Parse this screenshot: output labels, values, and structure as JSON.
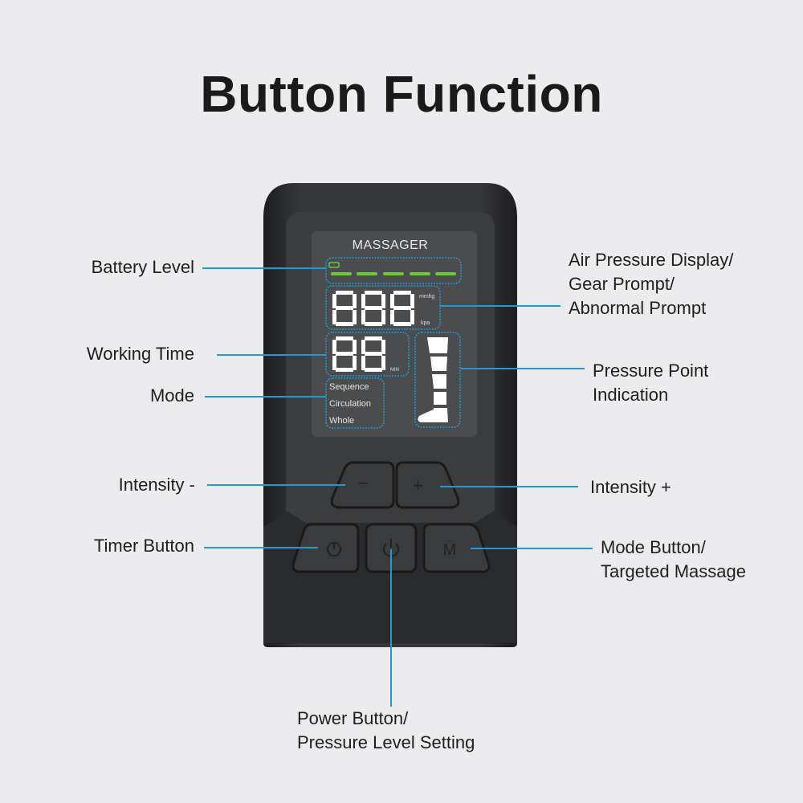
{
  "title": "Button Function",
  "device": {
    "brand_label": "MASSAGER",
    "pressure_digits": "888",
    "pressure_unit_top": "mmhg",
    "pressure_unit_bottom": "kpa",
    "time_digits": "88",
    "time_unit": "MIN",
    "modes": [
      "Sequence",
      "Circulation",
      "Whole"
    ],
    "battery_segments": 5,
    "colors": {
      "body": "#2d2e30",
      "screen": "#4a4b4d",
      "lcd_white": "#ffffff",
      "battery_green": "#6cc93a",
      "callout_blue": "#1e9ad6"
    },
    "buttons": {
      "intensity_minus": "−",
      "intensity_plus": "+",
      "timer": "timer-icon",
      "power": "power-icon",
      "mode": "M"
    }
  },
  "callouts": {
    "battery_level": "Battery Level",
    "working_time": "Working Time",
    "mode": "Mode",
    "intensity_minus": "Intensity -",
    "timer_button": "Timer Button",
    "air_pressure_1": "Air Pressure Display/",
    "air_pressure_2": "Gear Prompt/",
    "air_pressure_3": "Abnormal Prompt",
    "pressure_point_1": "Pressure Point",
    "pressure_point_2": "Indication",
    "intensity_plus": "Intensity +",
    "mode_button_1": "Mode Button/",
    "mode_button_2": "Targeted Massage",
    "power_button_1": "Power Button/",
    "power_button_2": "Pressure Level Setting"
  }
}
